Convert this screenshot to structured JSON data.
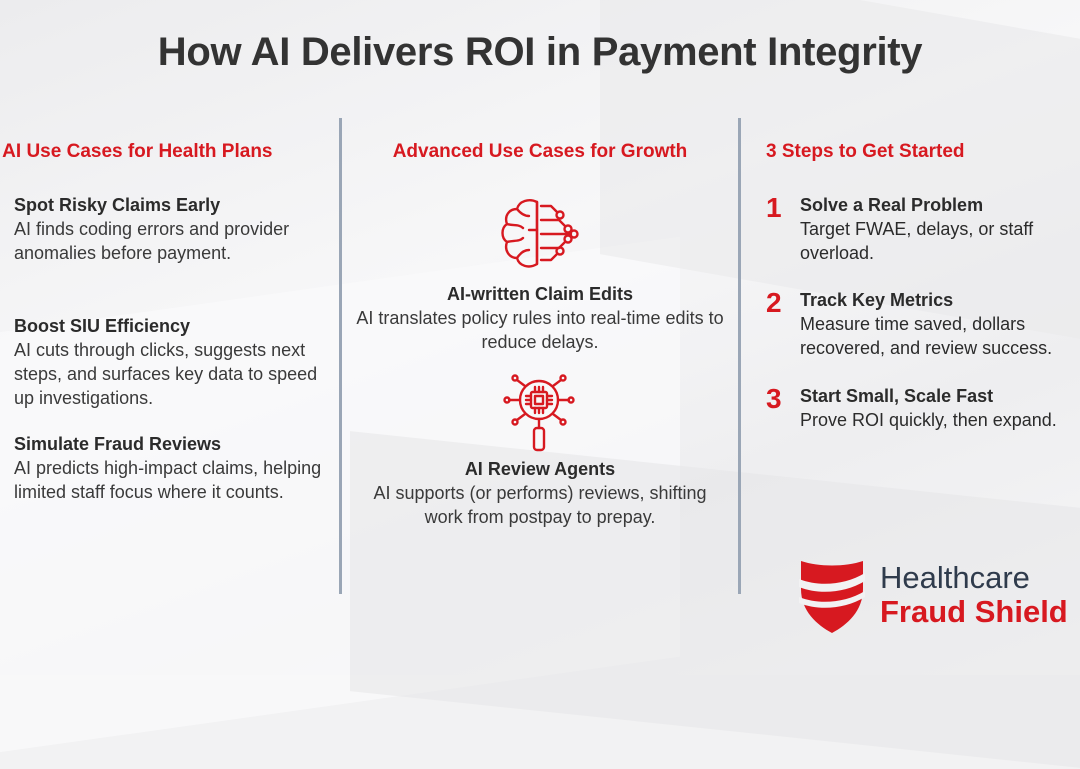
{
  "title": "How AI Delivers ROI in Payment Integrity",
  "colors": {
    "accent": "#d71920",
    "text": "#2b2b2b",
    "divider": "#9aa6b6"
  },
  "left": {
    "heading": "p AI Use Cases for Health Plans",
    "items": [
      {
        "title": "Spot Risky Claims Early",
        "desc": "AI finds coding errors and provider anomalies before payment."
      },
      {
        "title": "Boost SIU Efficiency",
        "desc": "AI cuts through clicks, suggests next steps, and surfaces key data to speed up investigations."
      },
      {
        "title": "Simulate Fraud Reviews",
        "desc": "AI predicts high-impact claims, helping limited staff focus where it counts."
      }
    ]
  },
  "middle": {
    "heading": "Advanced Use Cases for Growth",
    "items": [
      {
        "icon": "brain-circuit-icon",
        "title": "AI-written Claim Edits",
        "desc": "AI translates policy rules into real-time edits to reduce delays."
      },
      {
        "icon": "chip-magnifier-icon",
        "title": "AI Review Agents",
        "desc": "AI supports (or performs) reviews, shifting work from postpay to prepay."
      }
    ]
  },
  "right": {
    "heading": "3 Steps to Get Started",
    "steps": [
      {
        "num": "1",
        "title": "Solve a Real Problem",
        "desc": "Target FWAE, delays, or staff overload."
      },
      {
        "num": "2",
        "title": "Track Key Metrics",
        "desc": "Measure time saved, dollars recovered, and review success."
      },
      {
        "num": "3",
        "title": "Start Small, Scale Fast",
        "desc": "Prove ROI quickly, then expand."
      }
    ]
  },
  "logo": {
    "line1": "Healthcare",
    "line2": "Fraud Shield",
    "icon": "shield-logo-icon"
  }
}
